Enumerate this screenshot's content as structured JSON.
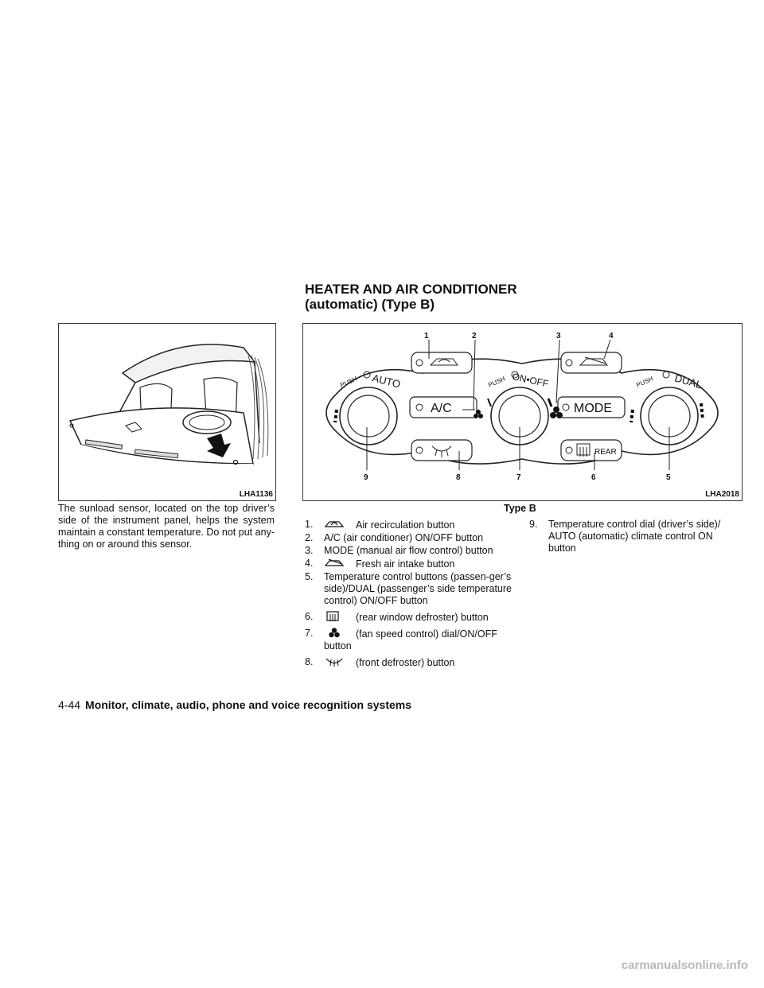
{
  "heading": {
    "line1": "HEATER AND AIR CONDITIONER",
    "line2": "(automatic) (Type B)"
  },
  "figures": {
    "left_label": "LHA1136",
    "right_label": "LHA2018",
    "panel": {
      "callouts": [
        "1",
        "2",
        "3",
        "4",
        "9",
        "8",
        "7",
        "6",
        "5"
      ],
      "push_auto_left": "PUSH",
      "auto_text": "AUTO",
      "push_center": "PUSH",
      "on_off_text": "ON•OFF",
      "push_right": "PUSH",
      "dual_text": "DUAL",
      "ac_label": "A/C",
      "mode_label": "MODE",
      "rear_label": "REAR"
    }
  },
  "left_paragraph": "The sunload sensor, located on the top driver’s side of the instrument panel, helps the system maintain a constant temperature. Do not put any-thing on or around this sensor.",
  "caption": "Type B",
  "items_col1": [
    {
      "num": "1.",
      "icon": "air-recirculation-icon",
      "text": "Air recirculation button"
    },
    {
      "num": "2.",
      "icon": "",
      "text": "A/C (air conditioner) ON/OFF button"
    },
    {
      "num": "3.",
      "icon": "",
      "text": "MODE (manual air flow control) button"
    },
    {
      "num": "4.",
      "icon": "fresh-air-icon",
      "text": "Fresh air intake button"
    },
    {
      "num": "5.",
      "icon": "",
      "text": "Temperature control buttons (passen-ger’s side)/DUAL (passenger’s side temperature control) ON/OFF button"
    },
    {
      "num": "6.",
      "icon": "rear-defroster-icon",
      "text": "(rear window defroster) button"
    },
    {
      "num": "7.",
      "icon": "fan-icon",
      "text": "(fan speed control) dial/ON/OFF button"
    },
    {
      "num": "8.",
      "icon": "front-defroster-icon",
      "text": "(front defroster) button"
    }
  ],
  "items_col2": [
    {
      "num": "9.",
      "text": "Temperature control dial (driver’s side)/ AUTO (automatic) climate control ON button"
    }
  ],
  "footer": {
    "page": "4-44",
    "title": "Monitor, climate, audio, phone and voice recognition systems"
  },
  "watermark": "carmanualsonline.info"
}
